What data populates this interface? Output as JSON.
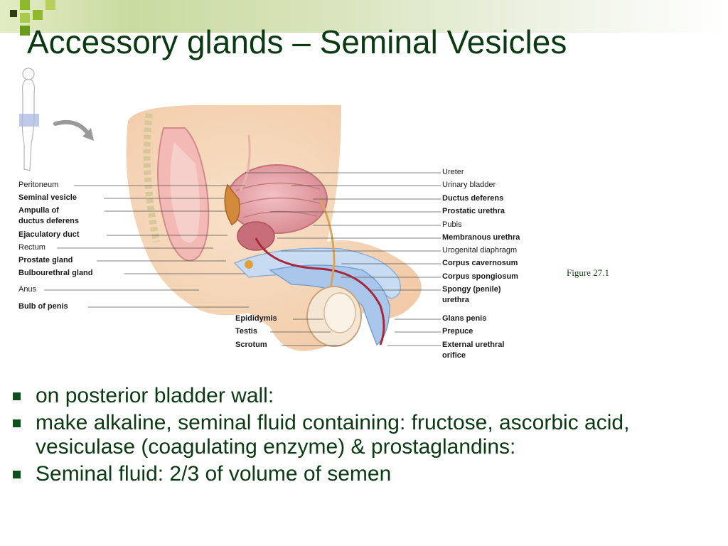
{
  "slide": {
    "title": "Accessory glands – Seminal Vesicles",
    "figure_caption": "Figure 27.1"
  },
  "labels_left": [
    {
      "text": "Peritoneum",
      "bold": false
    },
    {
      "text": "Seminal vesicle",
      "bold": true
    },
    {
      "text": "Ampulla of",
      "bold": true
    },
    {
      "text": "ductus deferens",
      "bold": true
    },
    {
      "text": "Ejaculatory duct",
      "bold": true
    },
    {
      "text": "Rectum",
      "bold": false
    },
    {
      "text": "Prostate gland",
      "bold": true
    },
    {
      "text": "Bulbourethral gland",
      "bold": true
    },
    {
      "text": "Anus",
      "bold": false
    },
    {
      "text": "Bulb of penis",
      "bold": true
    }
  ],
  "labels_right": [
    {
      "text": "Ureter",
      "bold": false
    },
    {
      "text": "Urinary bladder",
      "bold": false
    },
    {
      "text": "Ductus deferens",
      "bold": true
    },
    {
      "text": "Prostatic urethra",
      "bold": true
    },
    {
      "text": "Pubis",
      "bold": false
    },
    {
      "text": "Membranous urethra",
      "bold": true
    },
    {
      "text": "Urogenital diaphragm",
      "bold": false
    },
    {
      "text": "Corpus cavernosum",
      "bold": true
    },
    {
      "text": "Corpus spongiosum",
      "bold": true
    },
    {
      "text": "Spongy (penile)",
      "bold": true
    },
    {
      "text": "urethra",
      "bold": true
    },
    {
      "text": "Glans penis",
      "bold": true
    },
    {
      "text": "Prepuce",
      "bold": true
    },
    {
      "text": "External urethral",
      "bold": true
    },
    {
      "text": "orifice",
      "bold": true
    }
  ],
  "labels_bottom": [
    {
      "text": "Epididymis",
      "bold": true
    },
    {
      "text": "Testis",
      "bold": true
    },
    {
      "text": "Scrotum",
      "bold": true
    }
  ],
  "bullets": [
    "on posterior bladder wall:",
    "make alkaline, seminal fluid containing: fructose, ascorbic acid, vesiculase (coagulating enzyme) & prostaglandins:",
    "Seminal fluid: 2/3 of volume of semen"
  ],
  "colors": {
    "title": "#0b3a12",
    "bullet_marker": "#0f4f1a",
    "accent_green": "#6a9a1a"
  },
  "icons": [
    "corner-squares-decoration",
    "body-silhouette-icon",
    "arrow-icon"
  ]
}
